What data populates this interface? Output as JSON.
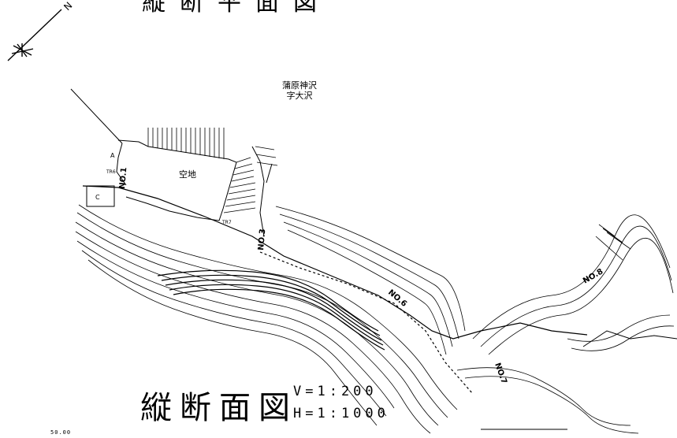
{
  "header": {
    "title_partial": "縦断平面図"
  },
  "compass": {
    "north_label": "N"
  },
  "place_names": [
    "蒲原神沢",
    "字大沢"
  ],
  "site_labels": {
    "vacant_lot": "空地",
    "point_a": "A",
    "point_c": "C",
    "benchmark_a": "TR6",
    "benchmark_b": "TR7"
  },
  "stations": [
    "NO.1",
    "NO.3",
    "NO.6",
    "NO.7",
    "NO.8"
  ],
  "drawing": {
    "title": "縦断面図",
    "scale_vertical": "V=1:200",
    "scale_horizontal": "H=1:1000",
    "datum_elevation": "50.00"
  },
  "colors": {
    "ink": "#000000",
    "paper": "#ffffff"
  }
}
